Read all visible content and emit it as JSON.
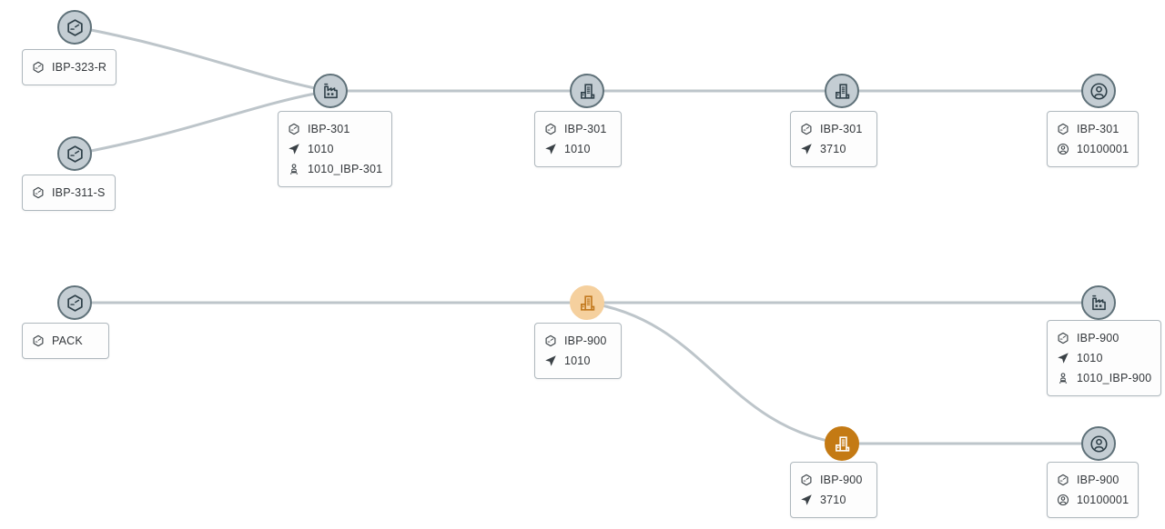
{
  "diagram": {
    "kind": "supply-chain-network",
    "colors": {
      "edge": "#bdc5ca",
      "node_gray_fill": "#c4cdd3",
      "node_gray_border": "#5f7179",
      "node_icon_dark": "#2f4049",
      "node_orange_light_fill": "#f5d09e",
      "node_orange_light_icon": "#c0761a",
      "node_orange_fill": "#c47a14",
      "node_orange_icon": "#ffffff",
      "card_bg": "#fdfdfd",
      "card_border": "#aeb7bd",
      "text": "#32363a"
    },
    "icons": {
      "product-icon": "hex-cube",
      "factory-icon": "factory-sawtooth-roof",
      "building-icon": "multi-story-building",
      "customer-icon": "person-in-circle",
      "location-icon": "navigation-arrow",
      "resource-icon": "worker-with-base"
    },
    "nodes": [
      {
        "id": "n1",
        "type": "product",
        "status": "gray"
      },
      {
        "id": "n2",
        "type": "product",
        "status": "gray"
      },
      {
        "id": "n3",
        "type": "factory",
        "status": "gray"
      },
      {
        "id": "n4",
        "type": "building",
        "status": "gray"
      },
      {
        "id": "n5",
        "type": "building",
        "status": "gray"
      },
      {
        "id": "n6",
        "type": "customer",
        "status": "gray"
      },
      {
        "id": "n7",
        "type": "product",
        "status": "gray"
      },
      {
        "id": "n8",
        "type": "building",
        "status": "orange-light"
      },
      {
        "id": "n9",
        "type": "factory",
        "status": "gray"
      },
      {
        "id": "n10",
        "type": "building",
        "status": "orange"
      },
      {
        "id": "n11",
        "type": "customer",
        "status": "gray"
      }
    ],
    "cards": {
      "c1": {
        "rows": [
          {
            "icon": "product-icon",
            "text": "IBP-323-R"
          }
        ]
      },
      "c2": {
        "rows": [
          {
            "icon": "product-icon",
            "text": "IBP-311-S"
          }
        ]
      },
      "c3": {
        "rows": [
          {
            "icon": "product-icon",
            "text": "IBP-301"
          },
          {
            "icon": "location-icon",
            "text": "1010"
          },
          {
            "icon": "resource-icon",
            "text": "1010_IBP-301"
          }
        ]
      },
      "c4": {
        "rows": [
          {
            "icon": "product-icon",
            "text": "IBP-301"
          },
          {
            "icon": "location-icon",
            "text": "1010"
          }
        ]
      },
      "c5": {
        "rows": [
          {
            "icon": "product-icon",
            "text": "IBP-301"
          },
          {
            "icon": "location-icon",
            "text": "3710"
          }
        ]
      },
      "c6": {
        "rows": [
          {
            "icon": "product-icon",
            "text": "IBP-301"
          },
          {
            "icon": "customer-icon",
            "text": "10100001"
          }
        ]
      },
      "c7": {
        "rows": [
          {
            "icon": "product-icon",
            "text": "PACK"
          }
        ]
      },
      "c8": {
        "rows": [
          {
            "icon": "product-icon",
            "text": "IBP-900"
          },
          {
            "icon": "location-icon",
            "text": "1010"
          }
        ]
      },
      "c9": {
        "rows": [
          {
            "icon": "product-icon",
            "text": "IBP-900"
          },
          {
            "icon": "location-icon",
            "text": "1010"
          },
          {
            "icon": "resource-icon",
            "text": "1010_IBP-900"
          }
        ]
      },
      "c10": {
        "rows": [
          {
            "icon": "product-icon",
            "text": "IBP-900"
          },
          {
            "icon": "location-icon",
            "text": "3710"
          }
        ]
      },
      "c11": {
        "rows": [
          {
            "icon": "product-icon",
            "text": "IBP-900"
          },
          {
            "icon": "customer-icon",
            "text": "10100001"
          }
        ]
      }
    }
  }
}
